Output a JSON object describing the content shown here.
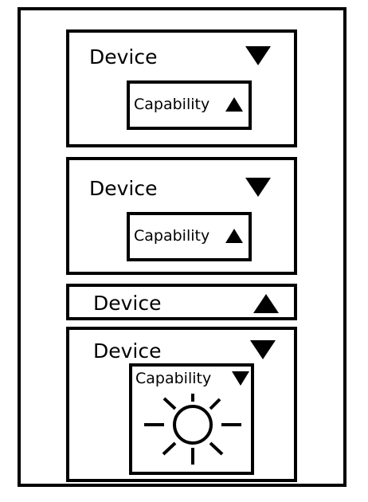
{
  "devices": [
    {
      "label": "Device",
      "toggle": "down",
      "capability": {
        "label": "Capability",
        "toggle": "up"
      }
    },
    {
      "label": "Device",
      "toggle": "down",
      "capability": {
        "label": "Capability",
        "toggle": "up"
      }
    },
    {
      "label": "Device",
      "toggle": "up"
    },
    {
      "label": "Device",
      "toggle": "down",
      "capability": {
        "label": "Capability",
        "toggle": "down",
        "icon": "sun-icon"
      }
    }
  ],
  "colors": {
    "stroke": "#000000",
    "background": "#ffffff"
  }
}
